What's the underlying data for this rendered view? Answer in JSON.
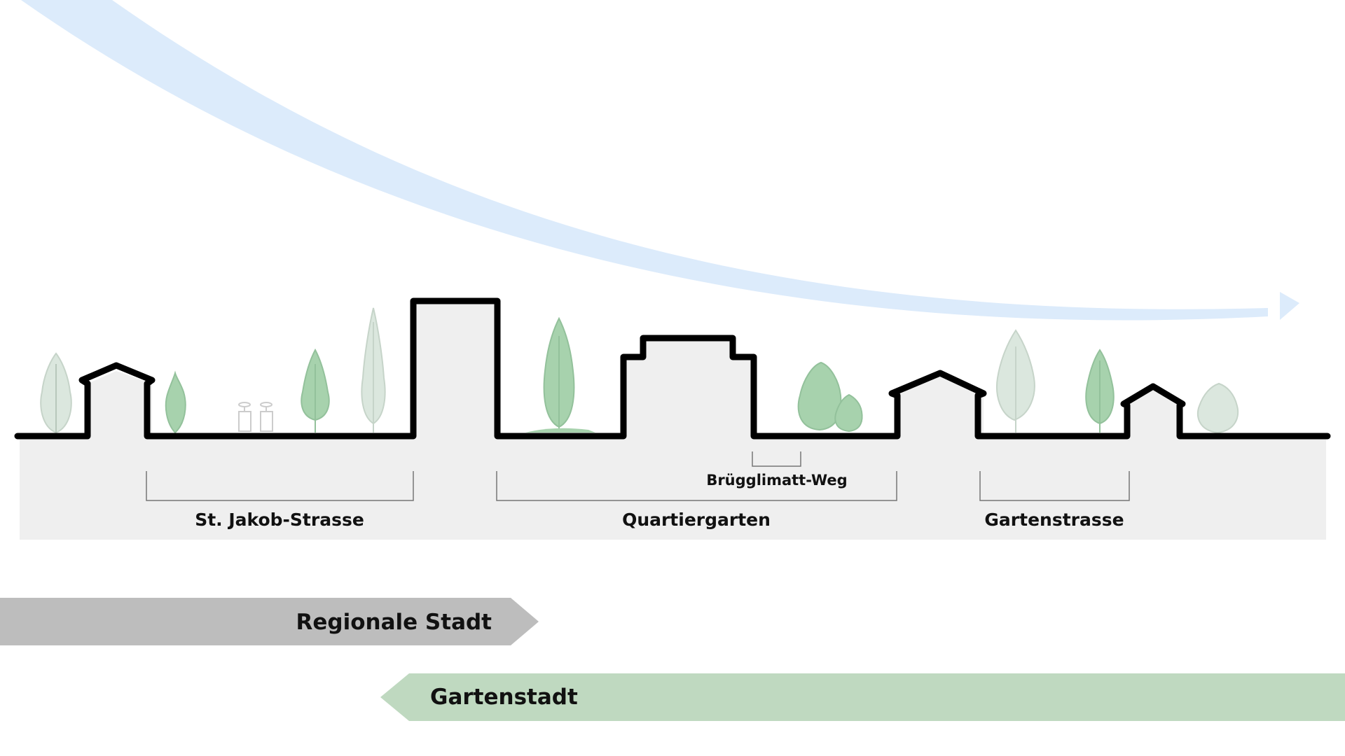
{
  "labels": {
    "st_jakob": "St. Jakob-Strasse",
    "quartiergarten": "Quartiergarten",
    "bruegglimatt": "Brügglimatt-Weg",
    "gartenstrasse": "Gartenstrasse",
    "regionale_stadt": "Regionale Stadt",
    "gartenstadt": "Gartenstadt"
  },
  "colors": {
    "flow_arrow": "#dcebfb",
    "ground": "#efefef",
    "skyline": "#000000",
    "regionale_stadt_arrow": "#bdbdbd",
    "gartenstadt_arrow": "#bfd9c0",
    "tree_green": "#a7d2ad",
    "tree_pale": "#dbe7de",
    "bracket": "#777777"
  },
  "icons": {
    "tree": "tree-icon",
    "bollard": "bollard-icon",
    "flow_arrow": "flow-arrow"
  }
}
